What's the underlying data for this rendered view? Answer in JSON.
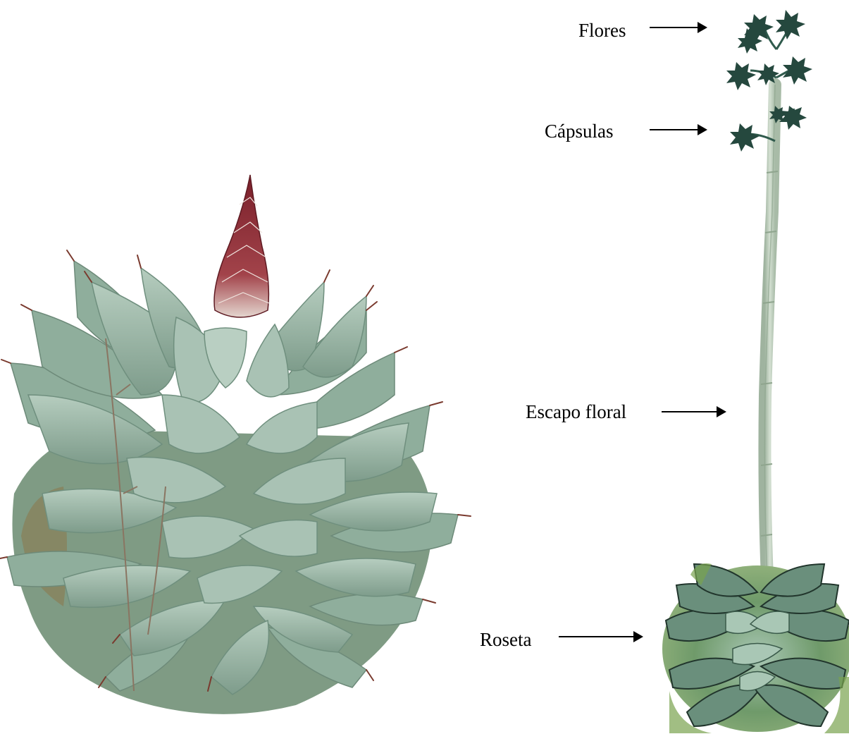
{
  "labels": {
    "flores": "Flores",
    "capsulas": "Cápsulas",
    "escapo": "Escapo floral",
    "roseta": "Roseta"
  },
  "colors": {
    "leaf_main": "#9bb8a7",
    "leaf_light": "#b6cdbf",
    "leaf_dark": "#6f8f7e",
    "spine": "#7a3a2e",
    "bud": "#8c2e36",
    "bud_light": "#d9c4be",
    "stalk": "#c3d2c2",
    "flower_cluster": "#25483e",
    "rosette_green": "#5f8f3e",
    "rosette_light": "#a9c7a0",
    "arrow": "#000000"
  },
  "icons": [
    "left-agave-rosette-illustration",
    "flowering-agave-illustration",
    "arrow-right-icon"
  ]
}
